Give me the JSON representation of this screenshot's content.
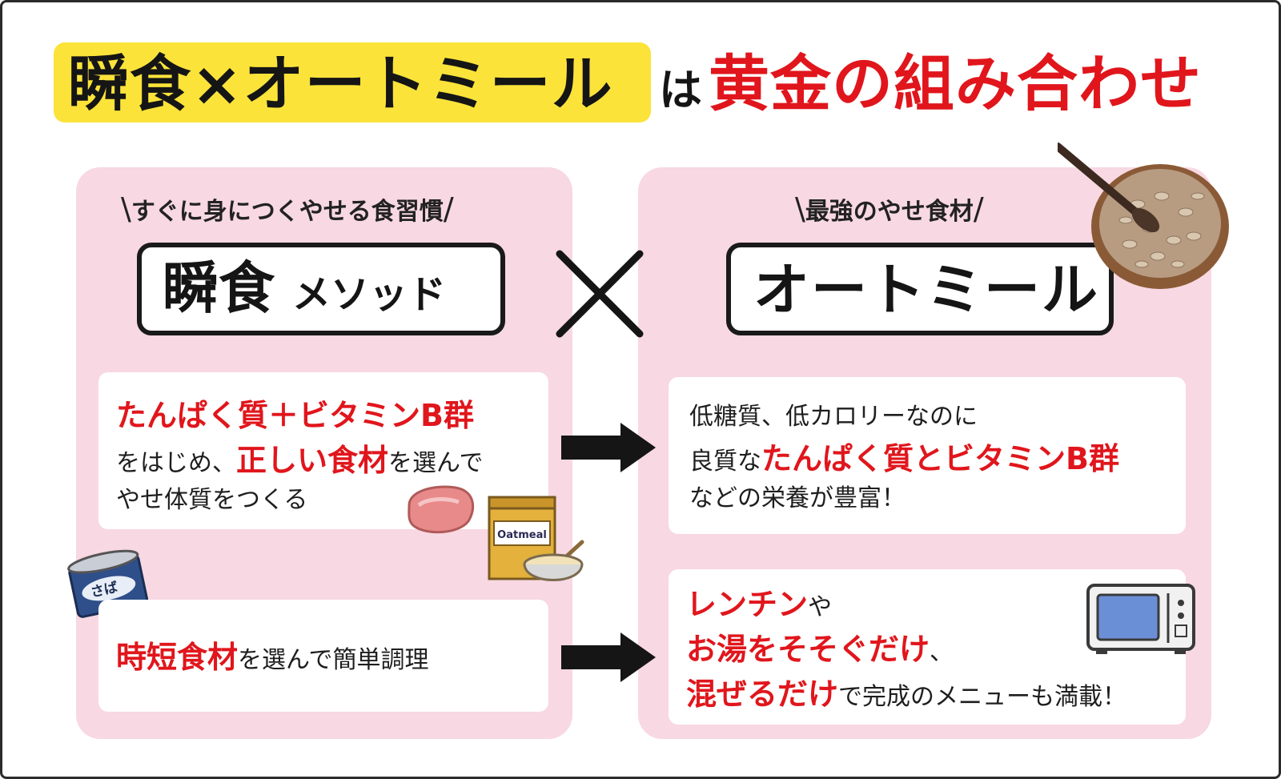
{
  "title": {
    "highlight_text": "瞬食×オートミール",
    "particle": "は",
    "red_text": "黄金の組み合わせ"
  },
  "left": {
    "tagline": "すぐに身につくやせる食習慣",
    "label_big": "瞬食",
    "label_small": "メソッド",
    "card1": {
      "line1_red": "たんぱく質＋ビタミンB群",
      "line2_a": "をはじめ、",
      "line2_red": "正しい食材",
      "line2_b": "を選んで",
      "line3": "やせ体質をつくる"
    },
    "card2": {
      "red": "時短食材",
      "rest": "を選んで簡単調理"
    },
    "illustrations": {
      "can_label": "さば",
      "box_label": "Oatmeal"
    }
  },
  "right": {
    "tagline": "最強のやせ食材",
    "label": "オートミール",
    "card1": {
      "line1": "低糖質、低カロリーなのに",
      "line2_a": "良質な",
      "line2_red": "たんぱく質とビタミンB群",
      "line3": "などの栄養が豊富！"
    },
    "card2": {
      "line1_red": "レンチン",
      "line1_rest": "や",
      "line2_red": "お湯をそそぐだけ",
      "line2_rest": "、",
      "line3_red": "混ぜるだけ",
      "line3_rest": "で完成のメニューも満載！"
    }
  },
  "colors": {
    "highlight_yellow": "#fbe33a",
    "accent_red": "#e0161c",
    "panel_pink": "#f8d8e2",
    "text_dark": "#151515"
  },
  "icons": [
    "cross-icon",
    "right-arrow-icon",
    "oatmeal-bowl-icon",
    "mackerel-can-icon",
    "meat-icon",
    "oatmeal-box-icon",
    "porridge-bowl-icon",
    "microwave-icon"
  ]
}
